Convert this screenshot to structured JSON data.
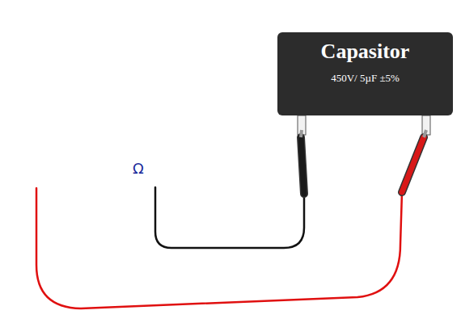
{
  "diagram": {
    "nodes": [
      {
        "text": [
          "Ω"
        ]
      },
      {
        "text": [
          "Capasitor",
          "450V/ 5µF ±5%"
        ]
      }
    ],
    "edges": [
      {
        "from": 0,
        "to": 1,
        "arrow": "none"
      },
      {
        "from": 0,
        "to": 1,
        "arrow": "none"
      }
    ]
  }
}
